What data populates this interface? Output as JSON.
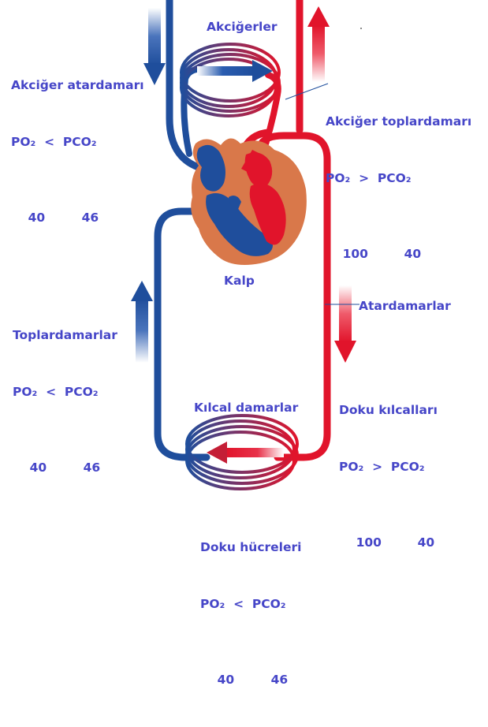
{
  "colors": {
    "oxygen_poor": "#1f4e9c",
    "oxygen_rich": "#e1142b",
    "heart": "#d9784a",
    "label_text": "#4646c8"
  },
  "labels": {
    "lungs": "Akciğerler",
    "heart": "Kalp",
    "capillaries": "Kılcal damarlar",
    "arteries": "Atardamarlar"
  },
  "pulmonary_artery": {
    "name": "Akciğer atardamarı",
    "formula": "PO₂  <  PCO₂",
    "po2": "40",
    "pco2": "46"
  },
  "pulmonary_vein": {
    "name": "Akciğer toplardamarı",
    "formula": "PO₂  >  PCO₂",
    "po2": "100",
    "pco2": "40"
  },
  "veins": {
    "name": "Toplardamarlar",
    "formula": "PO₂  <  PCO₂",
    "po2": "40",
    "pco2": "46"
  },
  "tissue_capillaries": {
    "name": "Doku kılcalları",
    "formula": "PO₂  >  PCO₂",
    "po2": "100",
    "pco2": "40"
  },
  "tissue_cells": {
    "name": "Doku hücreleri",
    "formula": "PO₂  <  PCO₂",
    "po2": "40",
    "pco2": "46"
  }
}
